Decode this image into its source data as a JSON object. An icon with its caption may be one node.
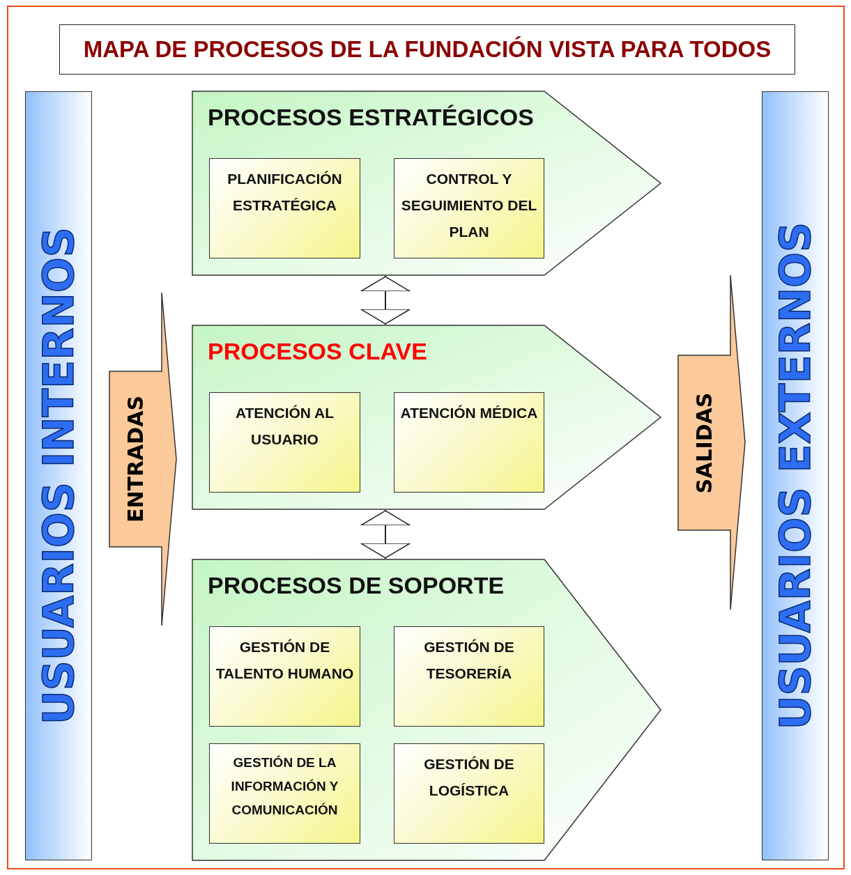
{
  "diagram": {
    "title": "MAPA DE PROCESOS DE LA FUNDACIÓN VISTA PARA TODOS",
    "nodes": [
      {
        "text": [
          "USUARIOS INTERNOS"
        ]
      },
      {
        "text": [
          "ENTRADAS"
        ]
      },
      {
        "text": [
          "PROCESOS ESTRATÉGICOS"
        ]
      },
      {
        "text": [
          "PLANIFICACIÓN ESTRATÉGICA"
        ],
        "in": 2
      },
      {
        "text": [
          "CONTROL Y SEGUIMIENTO DEL PLAN"
        ],
        "in": 2
      },
      {
        "text": [
          "PROCESOS CLAVE"
        ]
      },
      {
        "text": [
          "ATENCIÓN AL USUARIO"
        ],
        "in": 5
      },
      {
        "text": [
          "ATENCIÓN MÉDICA"
        ],
        "in": 5
      },
      {
        "text": [
          "PROCESOS DE SOPORTE"
        ]
      },
      {
        "text": [
          "GESTIÓN DE TALENTO HUMANO"
        ],
        "in": 8
      },
      {
        "text": [
          "GESTIÓN DE TESORERÍA"
        ],
        "in": 8
      },
      {
        "text": [
          "GESTIÓN DE LA INFORMACIÓN Y COMUNICACIÓN"
        ],
        "in": 8
      },
      {
        "text": [
          "GESTIÓN DE LOGÍSTICA"
        ],
        "in": 8
      },
      {
        "text": [
          "SALIDAS"
        ]
      },
      {
        "text": [
          "USUARIOS EXTERNOS"
        ]
      }
    ],
    "edges": [
      {
        "from": 2,
        "to": 5,
        "arrow": "both"
      },
      {
        "from": 5,
        "to": 8,
        "arrow": "both"
      }
    ]
  }
}
